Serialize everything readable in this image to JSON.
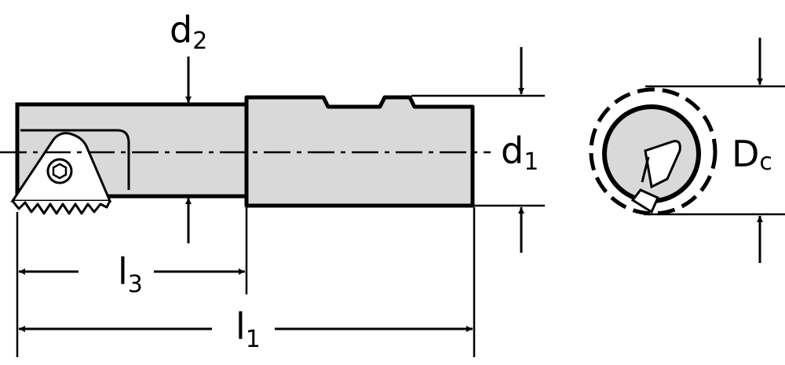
{
  "labels": {
    "d2": {
      "main": "d",
      "sub": "2"
    },
    "d1": {
      "main": "d",
      "sub": "1"
    },
    "l3": {
      "main": "l",
      "sub": "3"
    },
    "l1": {
      "main": "l",
      "sub": "1"
    },
    "dc": {
      "main": "D",
      "sub": "c"
    }
  },
  "colors": {
    "body_fill": "#d9d9d9",
    "stroke": "#000000"
  }
}
